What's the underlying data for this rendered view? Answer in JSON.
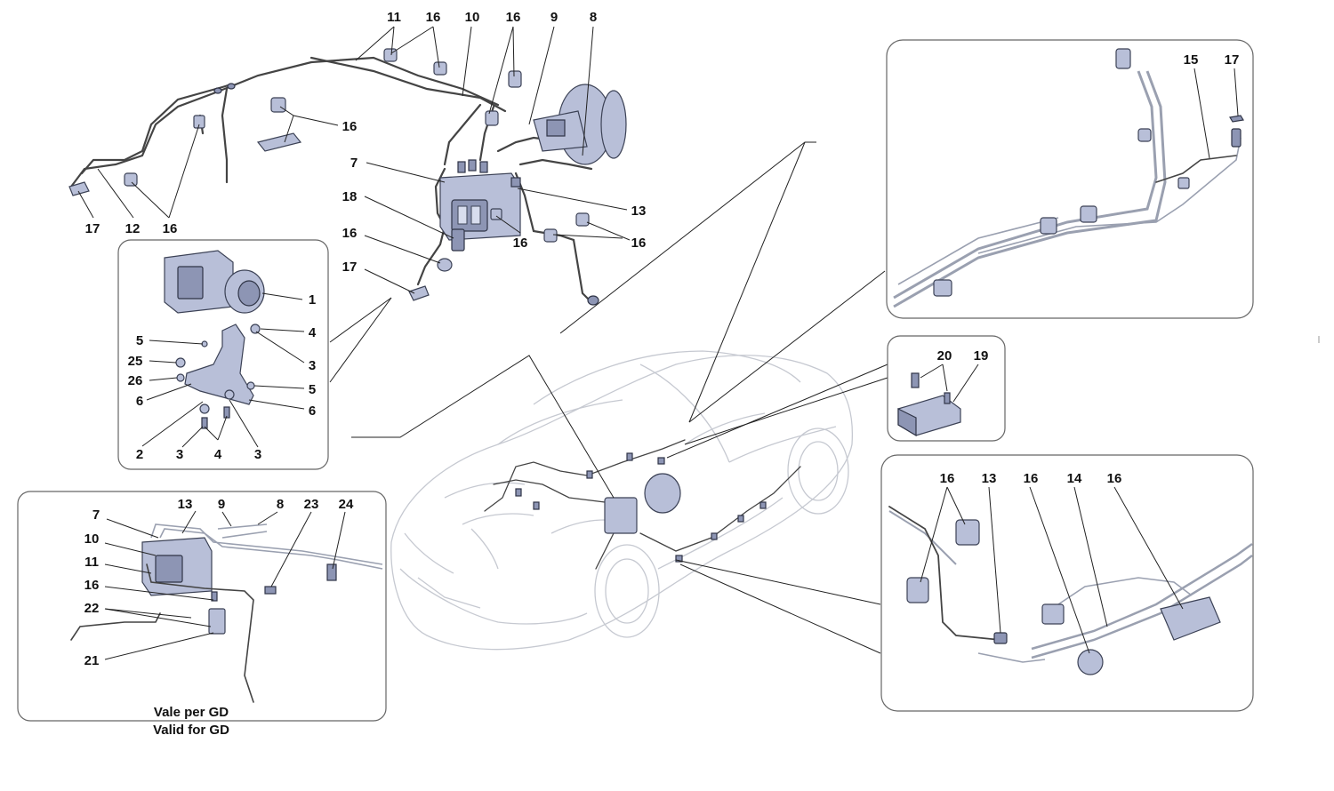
{
  "labels": {
    "main": [
      {
        "id": "m11",
        "text": "11"
      },
      {
        "id": "m16a",
        "text": "16"
      },
      {
        "id": "m10",
        "text": "10"
      },
      {
        "id": "m16b",
        "text": "16"
      },
      {
        "id": "m9",
        "text": "9"
      },
      {
        "id": "m8",
        "text": "8"
      },
      {
        "id": "m16c",
        "text": "16"
      },
      {
        "id": "m7",
        "text": "7"
      },
      {
        "id": "m18",
        "text": "18"
      },
      {
        "id": "m13",
        "text": "13"
      },
      {
        "id": "m16d",
        "text": "16"
      },
      {
        "id": "m16e",
        "text": "16"
      },
      {
        "id": "m16f",
        "text": "16"
      },
      {
        "id": "m17a",
        "text": "17"
      },
      {
        "id": "m17b",
        "text": "17"
      },
      {
        "id": "m12",
        "text": "12"
      },
      {
        "id": "m16g",
        "text": "16"
      }
    ],
    "abs_panel": [
      {
        "id": "a1",
        "text": "1"
      },
      {
        "id": "a4a",
        "text": "4"
      },
      {
        "id": "a5a",
        "text": "5"
      },
      {
        "id": "a3a",
        "text": "3"
      },
      {
        "id": "a25",
        "text": "25"
      },
      {
        "id": "a26",
        "text": "26"
      },
      {
        "id": "a5b",
        "text": "5"
      },
      {
        "id": "a6a",
        "text": "6"
      },
      {
        "id": "a6b",
        "text": "6"
      },
      {
        "id": "a2",
        "text": "2"
      },
      {
        "id": "a3b",
        "text": "3"
      },
      {
        "id": "a4b",
        "text": "4"
      },
      {
        "id": "a3c",
        "text": "3"
      }
    ],
    "gd_panel": [
      {
        "id": "g13",
        "text": "13"
      },
      {
        "id": "g9",
        "text": "9"
      },
      {
        "id": "g8",
        "text": "8"
      },
      {
        "id": "g23",
        "text": "23"
      },
      {
        "id": "g24",
        "text": "24"
      },
      {
        "id": "g7",
        "text": "7"
      },
      {
        "id": "g10",
        "text": "10"
      },
      {
        "id": "g11",
        "text": "11"
      },
      {
        "id": "g16",
        "text": "16"
      },
      {
        "id": "g22",
        "text": "22"
      },
      {
        "id": "g21",
        "text": "21"
      }
    ],
    "line_panel": [
      {
        "id": "l15",
        "text": "15"
      },
      {
        "id": "l17",
        "text": "17"
      }
    ],
    "sensor_panel": [
      {
        "id": "s20",
        "text": "20"
      },
      {
        "id": "s19",
        "text": "19"
      }
    ],
    "clip_panel": [
      {
        "id": "c16a",
        "text": "16"
      },
      {
        "id": "c13",
        "text": "13"
      },
      {
        "id": "c16b",
        "text": "16"
      },
      {
        "id": "c14",
        "text": "14"
      },
      {
        "id": "c16c",
        "text": "16"
      }
    ]
  },
  "gd_caption": {
    "line1": "Vale per GD",
    "line2": "Valid for GD"
  },
  "colors": {
    "part_fill": "#b8bfd8",
    "part_dark": "#8d95b4",
    "car_outline": "#c6c9d1",
    "panel_border": "#666666"
  }
}
